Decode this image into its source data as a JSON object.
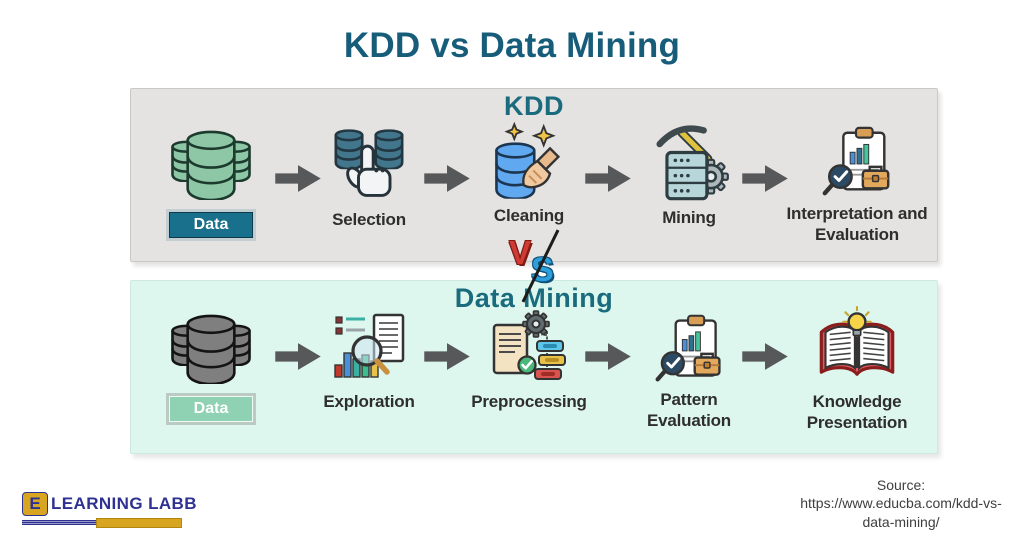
{
  "title": "KDD vs Data Mining",
  "vs_badge": {
    "v": "V",
    "s": "S"
  },
  "kdd": {
    "heading": "KDD",
    "data_badge": "Data",
    "data_icon": "database-stack-green",
    "steps": [
      {
        "label": "Selection",
        "icon": "hand-selecting-databases"
      },
      {
        "label": "Cleaning",
        "icon": "database-broom-sparkles"
      },
      {
        "label": "Mining",
        "icon": "server-pickaxe-gear"
      },
      {
        "label": "Interpretation and Evaluation",
        "icon": "report-magnifier-briefcase"
      }
    ]
  },
  "data_mining": {
    "heading": "Data Mining",
    "data_badge": "Data",
    "data_icon": "database-stack-gray",
    "steps": [
      {
        "label": "Exploration",
        "icon": "chart-magnifier-document"
      },
      {
        "label": "Preprocessing",
        "icon": "document-gear-flowchart-check"
      },
      {
        "label": "Pattern Evaluation",
        "icon": "report-magnifier-briefcase"
      },
      {
        "label": "Knowledge Presentation",
        "icon": "open-book-lightbulb"
      }
    ]
  },
  "footer": {
    "logo": {
      "initial": "E",
      "text": "LEARNING LABB"
    },
    "source": {
      "label": "Source:",
      "url_line1": "https://www.educba.com/kdd-vs-",
      "url_line2": "data-mining/"
    }
  },
  "colors": {
    "title_teal": "#175d7a",
    "heading_teal": "#1a6b7d",
    "kdd_box_gray": "#e4e3e1",
    "dm_box_mint": "#ddf7ee",
    "arrow_gray": "#57585a",
    "badge_teal": "#19708c",
    "badge_mint": "#8fd2b3",
    "vs_red": "#d03a32",
    "vs_blue": "#2da0dc",
    "logo_navy": "#2e3192",
    "logo_gold": "#d8a520"
  }
}
